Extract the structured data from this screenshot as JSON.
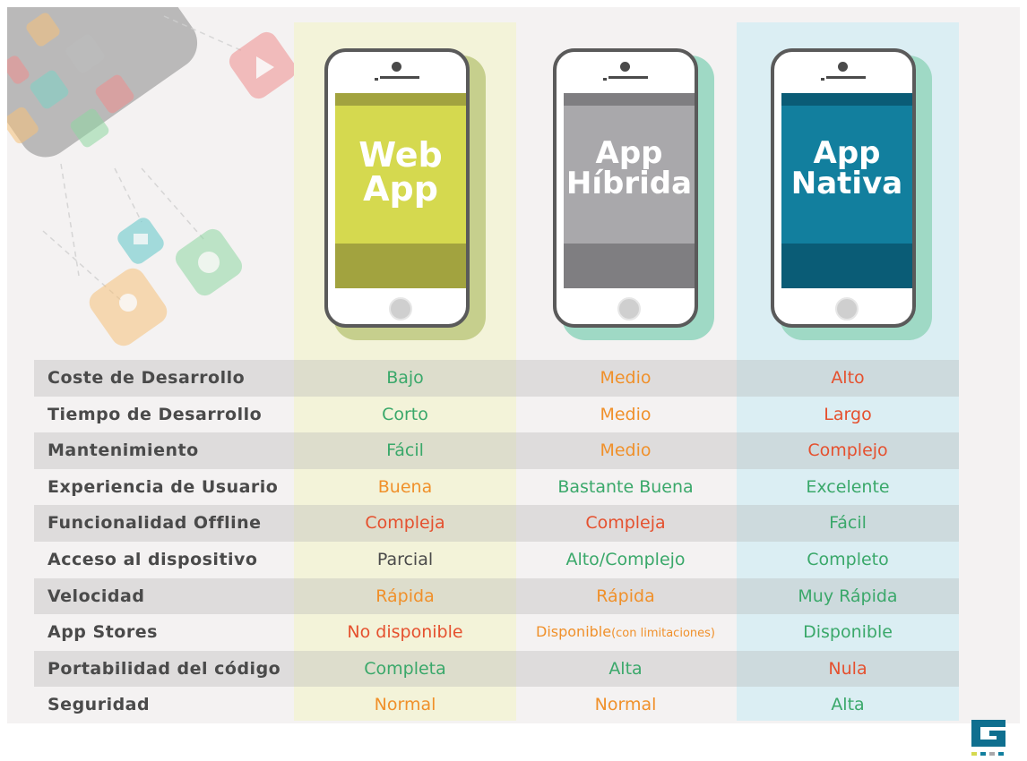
{
  "columns": [
    {
      "title_line1": "Web",
      "title_line2": "App"
    },
    {
      "title_line1": "App",
      "title_line2": "Híbrida"
    },
    {
      "title_line1": "App",
      "title_line2": "Nativa"
    }
  ],
  "colors": {
    "good": "#3aa86a",
    "medium": "#f0902a",
    "bad": "#e5502e",
    "neutral": "#4a4a4a",
    "web_screen": "#d5d94f",
    "web_bottom": "#a2a33f",
    "hybrid_screen": "#a9a8ab",
    "hybrid_bottom": "#7f7e81",
    "native_screen": "#127f9e",
    "native_bottom": "#0a5c76"
  },
  "rows": [
    {
      "label": "Coste de Desarrollo",
      "web": "Bajo",
      "hybrid": "Medio",
      "native": "Alto",
      "c": [
        "good",
        "medium",
        "bad"
      ]
    },
    {
      "label": "Tiempo de Desarrollo",
      "web": "Corto",
      "hybrid": "Medio",
      "native": "Largo",
      "c": [
        "good",
        "medium",
        "bad"
      ]
    },
    {
      "label": "Mantenimiento",
      "web": "Fácil",
      "hybrid": "Medio",
      "native": "Complejo",
      "c": [
        "good",
        "medium",
        "bad"
      ]
    },
    {
      "label": "Experiencia de Usuario",
      "web": "Buena",
      "hybrid": "Bastante Buena",
      "native": "Excelente",
      "c": [
        "medium",
        "good",
        "good"
      ]
    },
    {
      "label": "Funcionalidad Offline",
      "web": "Compleja",
      "hybrid": "Compleja",
      "native": "Fácil",
      "c": [
        "bad",
        "bad",
        "good"
      ]
    },
    {
      "label": "Acceso al dispositivo",
      "web": "Parcial",
      "hybrid": "Alto/Complejo",
      "native": "Completo",
      "c": [
        "neutral",
        "good",
        "good"
      ]
    },
    {
      "label": "Velocidad",
      "web": "Rápida",
      "hybrid": "Rápida",
      "native": "Muy Rápida",
      "c": [
        "medium",
        "medium",
        "good"
      ]
    },
    {
      "label": "App Stores",
      "web": "No disponible",
      "hybrid": "Disponible",
      "hybrid_note": "(con limitaciones)",
      "native": "Disponible",
      "c": [
        "bad",
        "medium",
        "good"
      ]
    },
    {
      "label": "Portabilidad del código",
      "web": "Completa",
      "hybrid": "Alta",
      "native": "Nula",
      "c": [
        "good",
        "good",
        "bad"
      ]
    },
    {
      "label": "Seguridad",
      "web": "Normal",
      "hybrid": "Normal",
      "native": "Alta",
      "c": [
        "medium",
        "medium",
        "good"
      ]
    }
  ],
  "decor_icons": [
    "grid-app-icon",
    "play-icon",
    "shopping-cart-icon",
    "chat-icon",
    "location-pin-icon"
  ]
}
